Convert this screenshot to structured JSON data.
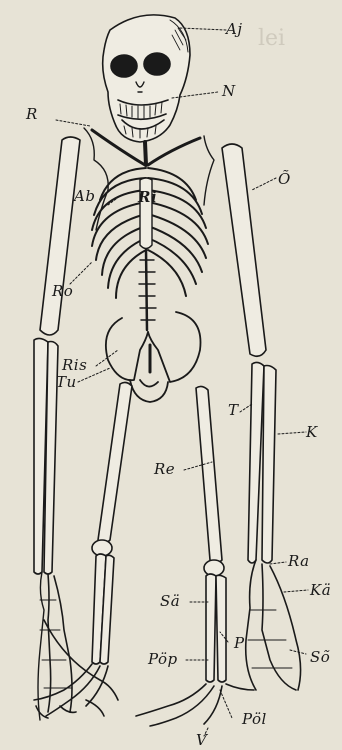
{
  "labels": {
    "aj": "Aj",
    "n": "N",
    "r": "R",
    "ab": "Ab",
    "ri": "Ri",
    "o_top": "Õ",
    "ro": "Ro",
    "ris": "Ris",
    "tu": "Tu",
    "t": "T",
    "k": "K",
    "re": "Re",
    "ra": "Ra",
    "kae": "Kä",
    "sae": "Sä",
    "p": "P",
    "poep": "Pöp",
    "so": "Sõ",
    "poel": "Pöl",
    "v": "V"
  },
  "colors": {
    "paper": "#e7e3d6",
    "ink": "#1a1a1a"
  }
}
